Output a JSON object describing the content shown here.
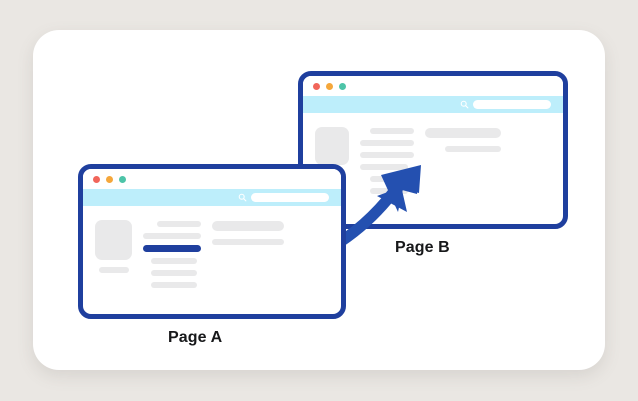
{
  "illustration": {
    "title": "Internal linking between two web pages",
    "background_color": "#eae7e3",
    "card_color": "#ffffff",
    "accent_color": "#1f3f9e",
    "searchbar_color": "#bdeefb",
    "placeholder_color": "#e9e9ea"
  },
  "arrow": {
    "name": "curved-link-arrow",
    "from": "Page A",
    "to": "Page B",
    "color": "#2450b0"
  },
  "windows": [
    {
      "id": "page-b",
      "label": "Page B",
      "traffic_lights": [
        {
          "name": "close-dot",
          "color": "#f1655a"
        },
        {
          "name": "minimize-dot",
          "color": "#f5a73b"
        },
        {
          "name": "maximize-dot",
          "color": "#4dc4a8"
        }
      ],
      "search": {
        "icon": "search-icon",
        "value": "",
        "placeholder": ""
      },
      "thumbnail": {
        "width": 34,
        "height": 38,
        "caption_width": 20
      },
      "body_lines": [
        {
          "width": 44,
          "indent": 10
        },
        {
          "width": 54,
          "indent": 0
        },
        {
          "width": 54,
          "indent": 0
        },
        {
          "width": 48,
          "indent": 0
        },
        {
          "width": 38,
          "indent": 10
        },
        {
          "width": 38,
          "indent": 10
        }
      ],
      "side_lines": [
        {
          "width": 76
        },
        {
          "width": 56,
          "indent": 20
        }
      ]
    },
    {
      "id": "page-a",
      "label": "Page A",
      "traffic_lights": [
        {
          "name": "close-dot",
          "color": "#f1655a"
        },
        {
          "name": "minimize-dot",
          "color": "#f5a73b"
        },
        {
          "name": "maximize-dot",
          "color": "#4dc4a8"
        }
      ],
      "search": {
        "icon": "search-icon",
        "value": "",
        "placeholder": ""
      },
      "thumbnail": {
        "width": 37,
        "height": 40,
        "caption_width": 30
      },
      "body_lines": [
        {
          "width": 44,
          "indent": 14,
          "link": false
        },
        {
          "width": 58,
          "indent": 0,
          "link": false
        },
        {
          "width": 58,
          "indent": 0,
          "link": true
        },
        {
          "width": 46,
          "indent": 8,
          "link": false
        },
        {
          "width": 46,
          "indent": 8,
          "link": false
        },
        {
          "width": 46,
          "indent": 8,
          "link": false
        }
      ],
      "side_lines": [
        {
          "width": 72
        },
        {
          "width": 72
        }
      ]
    }
  ]
}
